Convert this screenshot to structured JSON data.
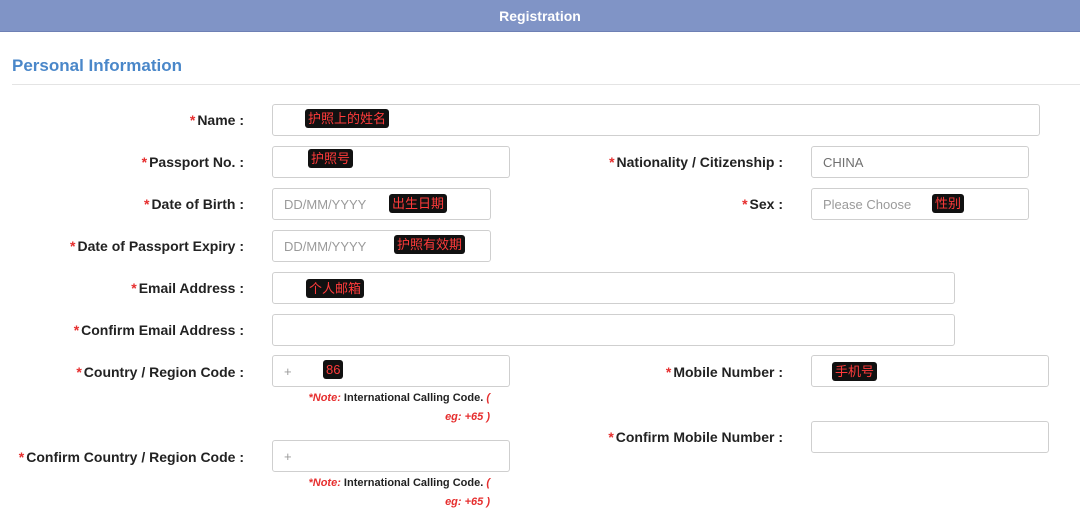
{
  "header": {
    "title": "Registration"
  },
  "section": {
    "title": "Personal Information"
  },
  "required_mark": "*",
  "fields": {
    "name": {
      "label": "Name :",
      "annotation": "护照上的姓名"
    },
    "passport_no": {
      "label": "Passport No. :",
      "annotation": "护照号"
    },
    "nationality": {
      "label": "Nationality / Citizenship :",
      "value": "CHINA"
    },
    "dob": {
      "label": "Date of Birth :",
      "placeholder": "DD/MM/YYYY",
      "annotation": "出生日期"
    },
    "sex": {
      "label": "Sex :",
      "placeholder": "Please Choose",
      "annotation": "性别"
    },
    "passport_expiry": {
      "label": "Date of Passport Expiry :",
      "placeholder": "DD/MM/YYYY",
      "annotation": "护照有效期"
    },
    "email": {
      "label": "Email Address :",
      "annotation": "个人邮箱"
    },
    "confirm_email": {
      "label": "Confirm Email Address :"
    },
    "country_code": {
      "label": "Country / Region Code :",
      "prefix": "+",
      "annotation": "86"
    },
    "mobile": {
      "label": "Mobile Number :",
      "annotation": "手机号"
    },
    "confirm_mobile": {
      "label": "Confirm Mobile Number :"
    },
    "confirm_country_code": {
      "label": "Confirm Country / Region Code :",
      "prefix": "+"
    }
  },
  "note": {
    "prefix": "*Note:",
    "text": "International Calling Code.",
    "paren_open": "(",
    "example": "eg: +65 )"
  }
}
